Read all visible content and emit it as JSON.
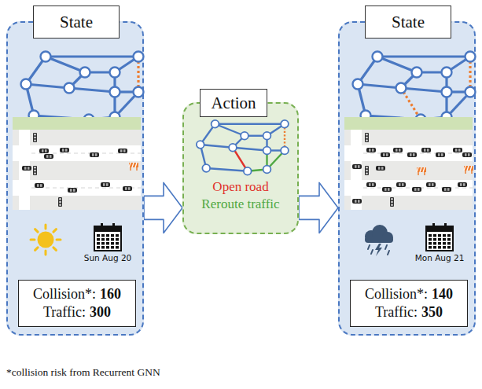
{
  "diagram": {
    "nodes": [
      {
        "text": [
          "Sun Aug 20"
        ]
      },
      {
        "text": [
          "State"
        ],
        "in": 0
      },
      {
        "text": [
          "Collision*:",
          "160",
          "Traffic:",
          "300"
        ],
        "in": 0
      },
      {
        "text": [
          "Open road",
          "Reroute traffic"
        ]
      },
      {
        "text": [
          "Action"
        ],
        "in": 3
      },
      {
        "text": [
          "Mon Aug 21"
        ]
      },
      {
        "text": [
          "State"
        ],
        "in": 5
      },
      {
        "text": [
          "Collision*:",
          "140",
          "Traffic:",
          "350"
        ],
        "in": 5
      }
    ],
    "edges": [
      {
        "from": 0,
        "to": 3,
        "arrow": "to"
      },
      {
        "from": 3,
        "to": 5,
        "arrow": "to"
      }
    ],
    "labels": [
      "*collision risk from Recurrent GNN"
    ]
  }
}
